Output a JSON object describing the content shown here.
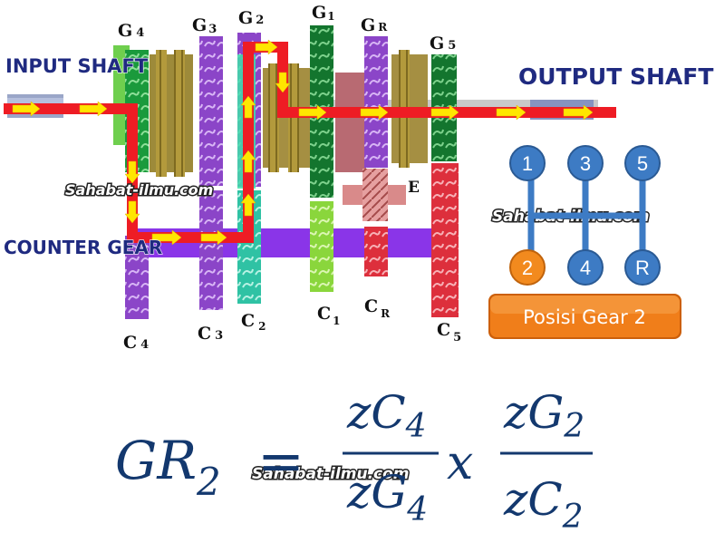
{
  "shafts": {
    "input": "INPUT SHAFT",
    "output": "OUTPUT SHAFT",
    "counter": "COUNTER GEAR"
  },
  "gears_top": [
    {
      "letter": "G",
      "sub": "4"
    },
    {
      "letter": "G",
      "sub": "3"
    },
    {
      "letter": "G",
      "sub": "2"
    },
    {
      "letter": "G",
      "sub": "1"
    },
    {
      "letter": "G",
      "sub": "R"
    },
    {
      "letter": "G",
      "sub": "5"
    }
  ],
  "gears_bottom": [
    {
      "letter": "C",
      "sub": "4"
    },
    {
      "letter": "C",
      "sub": "3"
    },
    {
      "letter": "C",
      "sub": "2"
    },
    {
      "letter": "C",
      "sub": "1"
    },
    {
      "letter": "C",
      "sub": "R"
    },
    {
      "letter": "C",
      "sub": "5"
    }
  ],
  "idler_label": "E",
  "watermark": "Sahabat-ilmu.com",
  "shifter": {
    "top_row": [
      "1",
      "3",
      "5"
    ],
    "bottom_row": [
      "2",
      "4",
      "R"
    ],
    "selected": "2",
    "selected_color": "#f28a1e",
    "default_color": "#3d7bc4",
    "badge": "Posisi Gear 2"
  },
  "formula": {
    "lhs": "GR",
    "lhs_sub": "2",
    "equals": "=",
    "frac1_num": "zC",
    "frac1_num_sub": "4",
    "frac1_den": "zG",
    "frac1_den_sub": "4",
    "times": "x",
    "frac2_num": "zG",
    "frac2_num_sub": "2",
    "frac2_den": "zC",
    "frac2_den_sub": "2"
  },
  "colors": {
    "power_flow": "#ee1c24",
    "flow_arrow": "#ffe600",
    "formula": "#13386e"
  }
}
